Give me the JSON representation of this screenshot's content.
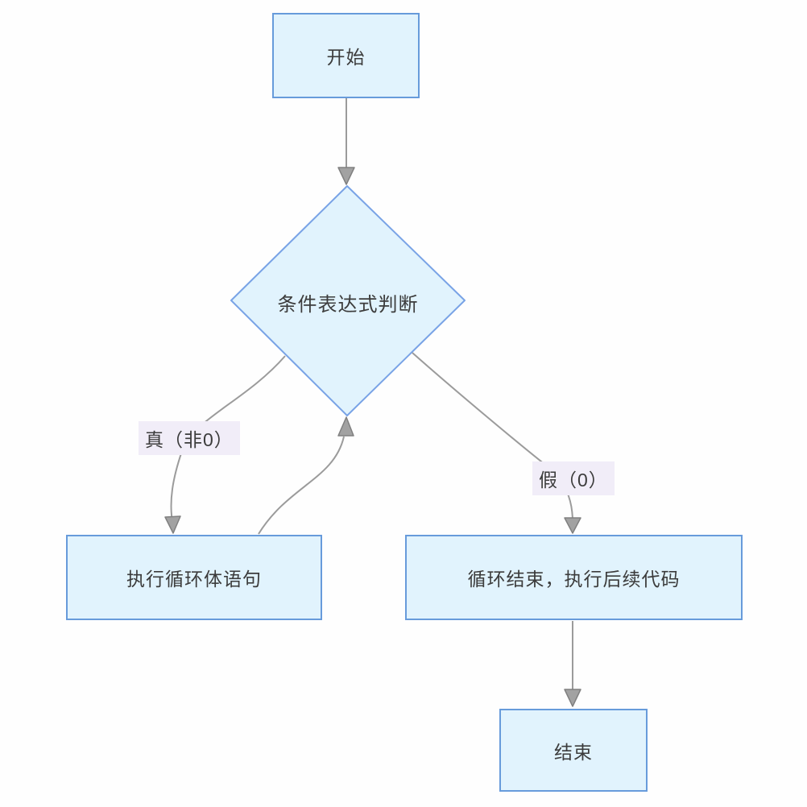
{
  "diagram": {
    "nodes": {
      "start": "开始",
      "condition": "条件表达式判断",
      "loop_body": "执行循环体语句",
      "after_loop": "循环结束，执行后续代码",
      "end": "结束"
    },
    "edge_labels": {
      "true_branch": "真（非0）",
      "false_branch": "假（0）"
    },
    "colors": {
      "node_fill": "#e1f3fd",
      "node_border": "#679bdb",
      "diamond_border": "#79a3e6",
      "edge": "#9b9b9b",
      "arrowhead": "#a2a2a2",
      "arrowhead_stroke": "#808080",
      "label_bg": "#f1edf8",
      "text": "#3c3c3c",
      "background": "#fefefe"
    }
  }
}
